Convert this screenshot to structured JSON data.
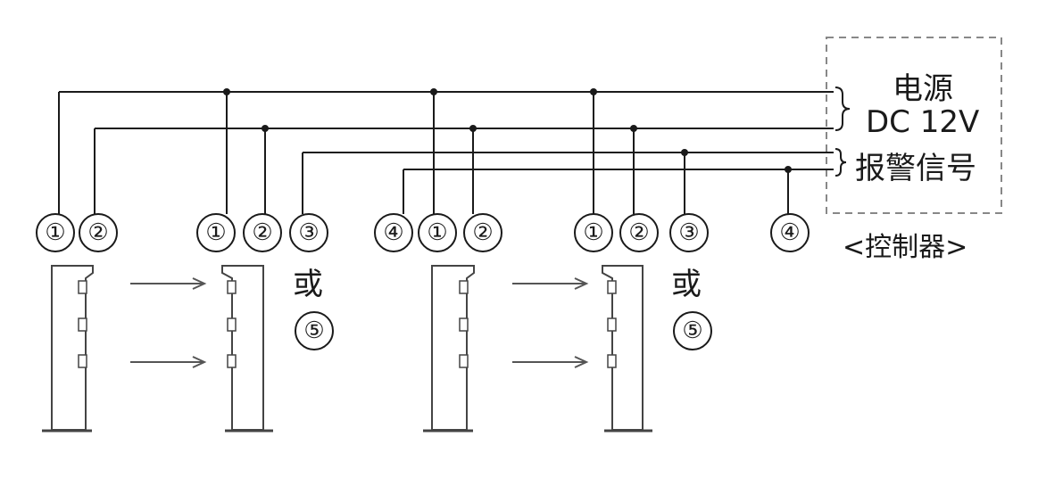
{
  "controller": {
    "power_label": "电源",
    "voltage_label": "DC 12V",
    "alarm_label": "报警信号",
    "caption": "<控制器>"
  },
  "terminals": {
    "t1": "①",
    "t2": "②",
    "t3": "③",
    "t4": "④",
    "t5": "⑤",
    "or": "或"
  },
  "colors": {
    "line": "#1a1a1a",
    "dash": "#888888"
  }
}
